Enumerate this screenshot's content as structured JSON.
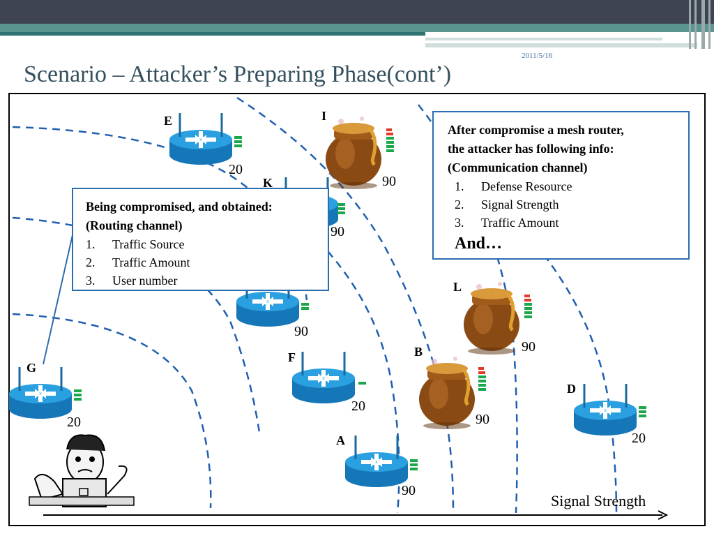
{
  "slide": {
    "date": "2011/5/16",
    "title": "Scenario – Attacker’s Preparing Phase(cont’)"
  },
  "nodes": {
    "E": {
      "label": "E",
      "value": "20",
      "type": "router"
    },
    "I": {
      "label": "I",
      "value": "90",
      "type": "honeypot"
    },
    "K": {
      "label": "K",
      "value": "90",
      "type": "router"
    },
    "C": {
      "label": "",
      "value": "90",
      "type": "router"
    },
    "F": {
      "label": "F",
      "value": "20",
      "type": "router"
    },
    "G": {
      "label": "G",
      "value": "20",
      "type": "router"
    },
    "A": {
      "label": "A",
      "value": "90",
      "type": "router"
    },
    "B": {
      "label": "B",
      "value": "90",
      "type": "honeypot"
    },
    "L": {
      "label": "L",
      "value": "90",
      "type": "honeypot"
    },
    "D": {
      "label": "D",
      "value": "20",
      "type": "router"
    }
  },
  "routing_box": {
    "heading_line1": "Being compromised, and obtained:",
    "heading_line2": "(Routing channel)",
    "items": [
      {
        "num": "1.",
        "text": "Traffic Source"
      },
      {
        "num": "2.",
        "text": "Traffic Amount"
      },
      {
        "num": "3.",
        "text": "User number"
      }
    ]
  },
  "comm_box": {
    "heading_line1": "After compromise a mesh router,",
    "heading_line2": "the attacker has following info:",
    "heading_line3": "(Communication channel)",
    "items": [
      {
        "num": "1.",
        "text": "Defense Resource"
      },
      {
        "num": "2.",
        "text": "Signal Strength"
      },
      {
        "num": "3.",
        "text": "Traffic Amount"
      }
    ],
    "footer": "And…"
  },
  "axis": {
    "label": "Signal Strength"
  },
  "icons": {
    "router": "wireless-router-icon",
    "honeypot": "honeypot-icon",
    "attacker": "attacker-icon"
  },
  "colors": {
    "router": "#1f8fd0",
    "signal_bar": "#1aa84a",
    "signal_bar_red": "#e23a2a",
    "range_line": "#1f5fb0",
    "box_border": "#2c6db0"
  }
}
